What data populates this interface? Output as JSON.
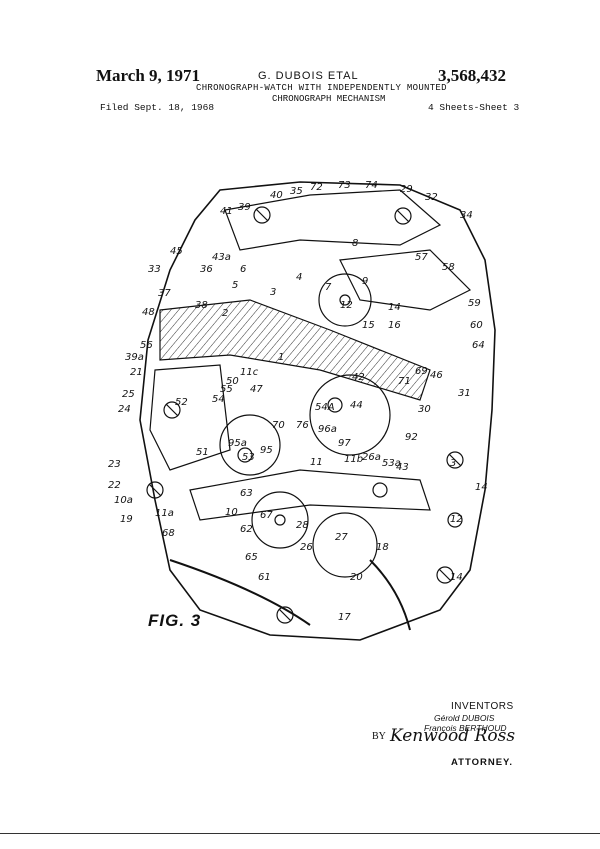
{
  "header": {
    "date": "March 9, 1971",
    "inventor_heading": "G. DUBOIS ETAL",
    "patent_number": "3,568,432",
    "title_line1": "CHRONOGRAPH-WATCH WITH INDEPENDENTLY MOUNTED",
    "title_line2": "CHRONOGRAPH MECHANISM",
    "filed": "Filed Sept. 18, 1968",
    "sheets": "4 Sheets-Sheet 3"
  },
  "figure": {
    "label": "FIG. 3",
    "callouts": [
      "41",
      "39",
      "40",
      "35",
      "72",
      "73",
      "74",
      "29",
      "32",
      "34",
      "45",
      "33",
      "43a",
      "36",
      "37",
      "38",
      "48",
      "56",
      "39a",
      "21",
      "25",
      "24",
      "23",
      "22",
      "10a",
      "19",
      "11a",
      "68",
      "65",
      "61",
      "67",
      "28",
      "26",
      "27",
      "20",
      "18",
      "17",
      "10",
      "62",
      "63",
      "95",
      "95a",
      "53",
      "51",
      "52",
      "54",
      "55",
      "50",
      "47",
      "11c",
      "70",
      "76",
      "1",
      "2",
      "3",
      "4",
      "5",
      "6",
      "7",
      "8",
      "9",
      "12",
      "14",
      "15",
      "16",
      "57",
      "58",
      "59",
      "60",
      "64",
      "69",
      "71",
      "46",
      "42",
      "31",
      "30",
      "44",
      "54A",
      "96a",
      "97",
      "11b",
      "26a",
      "53a",
      "43",
      "92",
      "3",
      "14"
    ]
  },
  "signature_block": {
    "inventors_label": "INVENTORS",
    "inventor1": "Gérold DUBOIS",
    "inventor2": "François BERTHOUD",
    "by": "BY",
    "signature": "Kenwood Ross",
    "attorney": "ATTORNEY."
  }
}
